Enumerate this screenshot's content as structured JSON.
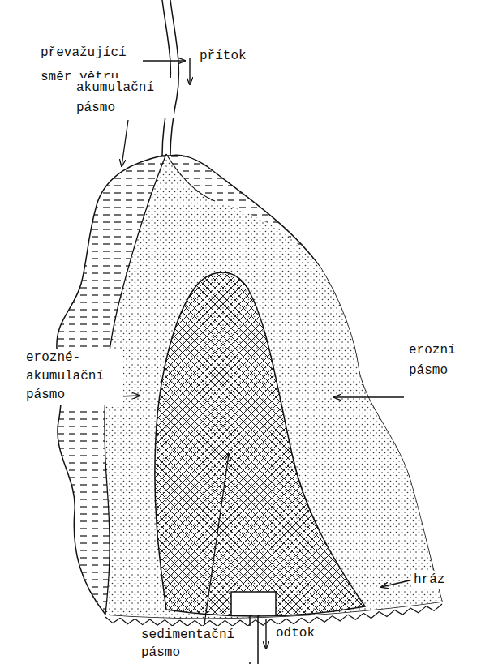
{
  "diagram": {
    "labels": [
      "převažující směr větru",
      "přítok",
      "akumulační pásmo",
      "erozní pásmo",
      "erozné-akumulační pásmo",
      "hráz",
      "sedimentační pásmo",
      "odtok"
    ]
  }
}
